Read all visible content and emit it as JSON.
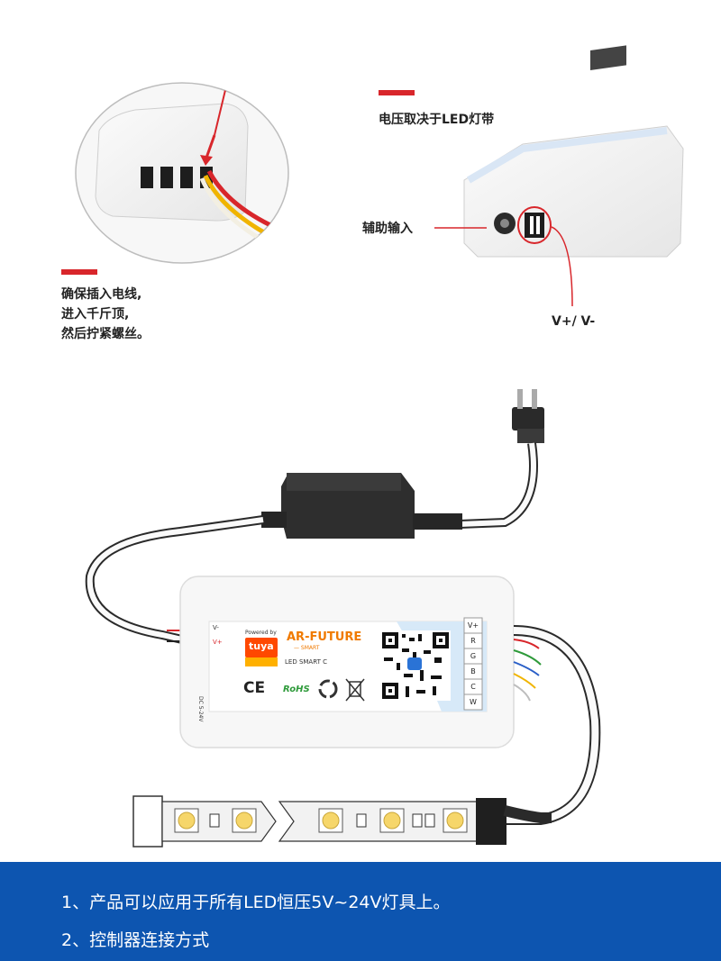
{
  "top": {
    "voltage_note": "电压取决于LED灯带",
    "aux_input_label": "辅助输入",
    "vplus_vminus_label": "V+/ V-",
    "wire_note_lines": [
      "确保插入电线,",
      "进入千斤顶,",
      "然后拧紧螺丝。"
    ]
  },
  "controller": {
    "terminal_labels": [
      "V+",
      "R",
      "G",
      "B",
      "C",
      "W"
    ],
    "power_pins": [
      "V-",
      "V+"
    ],
    "powered_by": "Powered by",
    "tuya_logo_text": "tuya",
    "brand_text": "AR-FUTURE",
    "brand_sub": "— SMART",
    "product_text": "LED SMART C",
    "dc_text": "DC 5-24V",
    "cert_marks": [
      "CE",
      "RoHS"
    ]
  },
  "footer": {
    "line1": "1、产品可以应用于所有LED恒压5V~24V灯具上。",
    "line2": "2、控制器连接方式"
  },
  "colors": {
    "accent_red": "#d8262b",
    "footer_blue": "#0d55b0",
    "wire_red": "#d8262b",
    "wire_green": "#2e9a3a",
    "wire_blue": "#2a5fc7",
    "wire_yellow": "#f0b400",
    "wire_white": "#e8e8e8"
  },
  "icons": [
    "plug-icon",
    "recycle-icon",
    "crossed-bin-icon",
    "qr-code-icon",
    "led-chip-icon"
  ]
}
